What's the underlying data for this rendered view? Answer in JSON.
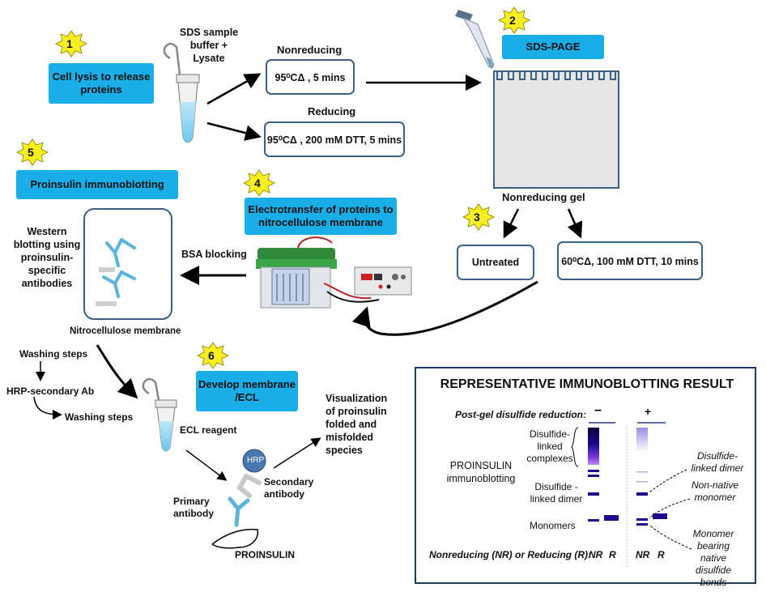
{
  "steps": {
    "s1": {
      "num": "1",
      "label": "Cell lysis to release proteins"
    },
    "s2": {
      "num": "2",
      "label": "SDS-PAGE"
    },
    "s3": {
      "num": "3"
    },
    "s4": {
      "num": "4",
      "label": "Electrotransfer of proteins to nitrocellulose membrane"
    },
    "s5": {
      "num": "5",
      "label": "Proinsulin immunoblotting"
    },
    "s6": {
      "num": "6",
      "label": "Develop membrane /ECL"
    }
  },
  "labels": {
    "sds_buffer": "SDS sample buffer + Lysate",
    "nonreducing_title": "Nonreducing",
    "nonreducing_box": "95⁰CΔ , 5 mins",
    "reducing_title": "Reducing",
    "reducing_box": "95⁰CΔ , 200 mM DTT, 5 mins",
    "nonreducing_gel": "Nonreducing gel",
    "untreated": "Untreated",
    "post_treatment": "60⁰CΔ, 100 mM DTT, 10 mins",
    "bsa_blocking": "BSA blocking",
    "western": "Western blotting using proinsulin-specific antibodies",
    "membrane": "Nitrocellulose membrane",
    "washing1": "Washing steps",
    "hrp_secondary": "HRP-secondary Ab",
    "washing2": "Washing steps",
    "ecl": "ECL reagent",
    "visualization": "Visualization of proinsulin folded and misfolded species",
    "hrp": "HRP",
    "secondary": "Secondary antibody",
    "primary": "Primary antibody",
    "proinsulin": "PROINSULIN"
  },
  "result": {
    "title": "REPRESENTATIVE IMMUNOBLOTTING RESULT",
    "post_gel": "Post-gel disulfide reduction:",
    "minus": "−",
    "plus": "+",
    "complexes": "Disulfide-linked complexes",
    "dimer_left": "Disulfide -linked dimer",
    "monomers": "Monomers",
    "proinsulin_ib": "PROINSULIN immunoblotting",
    "nr_r_label": "Nonreducing (NR) or Reducing (R):",
    "nr1": "NR",
    "r1": "R",
    "nr2": "NR",
    "r2": "R",
    "dimer_right": "Disulfide-linked dimer",
    "nonnative": "Non-native monomer",
    "native": "Monomer bearing native disulfide bonds"
  },
  "colors": {
    "step_box": "#1aaee8",
    "badge": "#f7ef22",
    "box_border": "#3c5f86",
    "band": "#1f0b8a"
  }
}
